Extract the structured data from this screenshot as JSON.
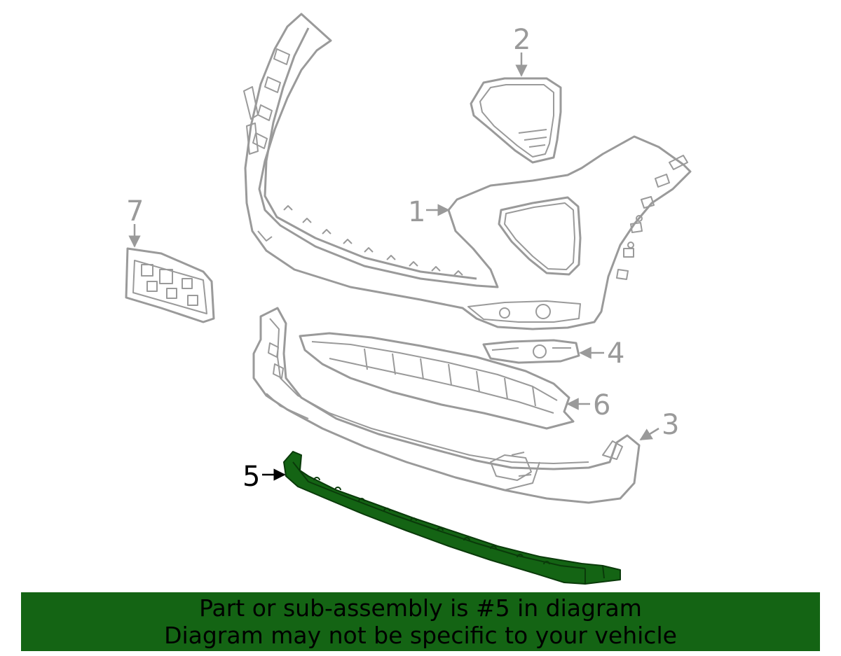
{
  "callouts": {
    "part_1": "1",
    "part_2": "2",
    "part_3": "3",
    "part_4": "4",
    "part_5": "5",
    "part_6": "6",
    "part_7": "7"
  },
  "banner": {
    "line_1": "Part or sub-assembly is #5 in diagram",
    "line_2": "Diagram may not be specific to your vehicle"
  },
  "colors": {
    "outline_gray": "#9a9a9a",
    "highlight_green": "#146414",
    "highlight_stroke": "#0a3a0a",
    "banner_bg": "#146414",
    "banner_text": "#000000",
    "highlighted_callout": "#000000"
  }
}
